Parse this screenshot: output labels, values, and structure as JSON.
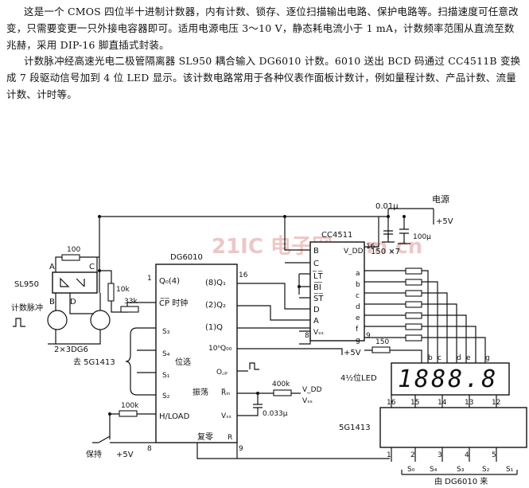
{
  "text": {
    "para1": "这是一个 CMOS 四位半十进制计数器，内有计数、锁存、逐位扫描输出电路、保护电路等。扫描速度可任意改变，只需要变更一只外接电容器即可。适用电源电压 3～10 V，静态耗电流小于 1 mA，计数频率范围从直流至数兆赫，采用 DIP-16 脚直插式封装。",
    "para2": "计数脉冲经高速光电二极管隔离器 SL950 耦合输入 DG6010 计数。6010 送出 BCD 码通过 CC4511B 变换成 7 段驱动信号加到 4 位 LED 显示。该计数电路常用于各种仪表作面板计数计，例如量程计数、产品计数、流量计数、计时等。"
  },
  "watermark": "21IC 电子网 com.cn",
  "labels": {
    "cap_001": "0.01μ",
    "power": "电源",
    "vplus5": "+5V",
    "cap_100u": "100μ",
    "cc4511": "CC4511",
    "dg6010": "DG6010",
    "r100": "100",
    "sl950": "SL950",
    "pin_a": "A",
    "pin_c": "C",
    "pin_b": "B",
    "pin_d": "D",
    "r10k": "10k",
    "r33k": "33k",
    "count_pulse": "计数脉冲",
    "transistors": "2×3DG6",
    "to_5g1413": "去 5G1413",
    "digit_select": "位选",
    "r150x7": "150 ×7",
    "r150": "150",
    "v5": "+5V",
    "r400k": "400k",
    "cap_0033": "0.033μ",
    "r100k": "100k",
    "hold": "保持",
    "v5b": "+5V",
    "led_label": "4½位LED",
    "led_digits": "1888.8",
    "ic5g1413": "5G1413",
    "from_dg6010": "由 DG6010 来"
  },
  "dg6010_pins": {
    "q0": "Q₀(4)",
    "cp": "C̅P̅ 时钟",
    "q1": "(8)Q₁",
    "q2": "(2)Q₂",
    "q3": "(1)Q",
    "q0b": "10ⁿQ₀₀",
    "ocp": "O꜀ₚ",
    "rin": "R̅ᵢₙ",
    "osc": "振荡",
    "vdd_in": "Vₛₛ",
    "hload": "H/LOAD",
    "reset": "复零",
    "r": "R",
    "s3": "S₃",
    "s4": "S₄",
    "s1": "S₁",
    "s2": "S₂",
    "n1": "1",
    "n16": "16",
    "n8": "8",
    "n9": "9",
    "vdd_out": "V_DD",
    "vss_out": "Vₛₛ"
  },
  "cc4511_pins": {
    "b": "B",
    "c": "C",
    "lt": "L̅T̅",
    "bi": "B̅I̅",
    "st": "S̅T̅",
    "d": "D",
    "a": "A",
    "vss": "Vₛₛ",
    "vdd": "V_DD",
    "n16": "16",
    "n8": "8",
    "n9": "9",
    "seg_labels": [
      "a",
      "b",
      "c",
      "d",
      "e",
      "f",
      "g"
    ]
  },
  "ic5g1413_pins": {
    "top": [
      "16",
      "15",
      "14",
      "13",
      "12"
    ],
    "bottom": [
      "1",
      "2",
      "3",
      "4",
      "5"
    ],
    "s_labels": [
      "S₀",
      "S₄",
      "S₃",
      "S₂",
      "S₁"
    ]
  }
}
